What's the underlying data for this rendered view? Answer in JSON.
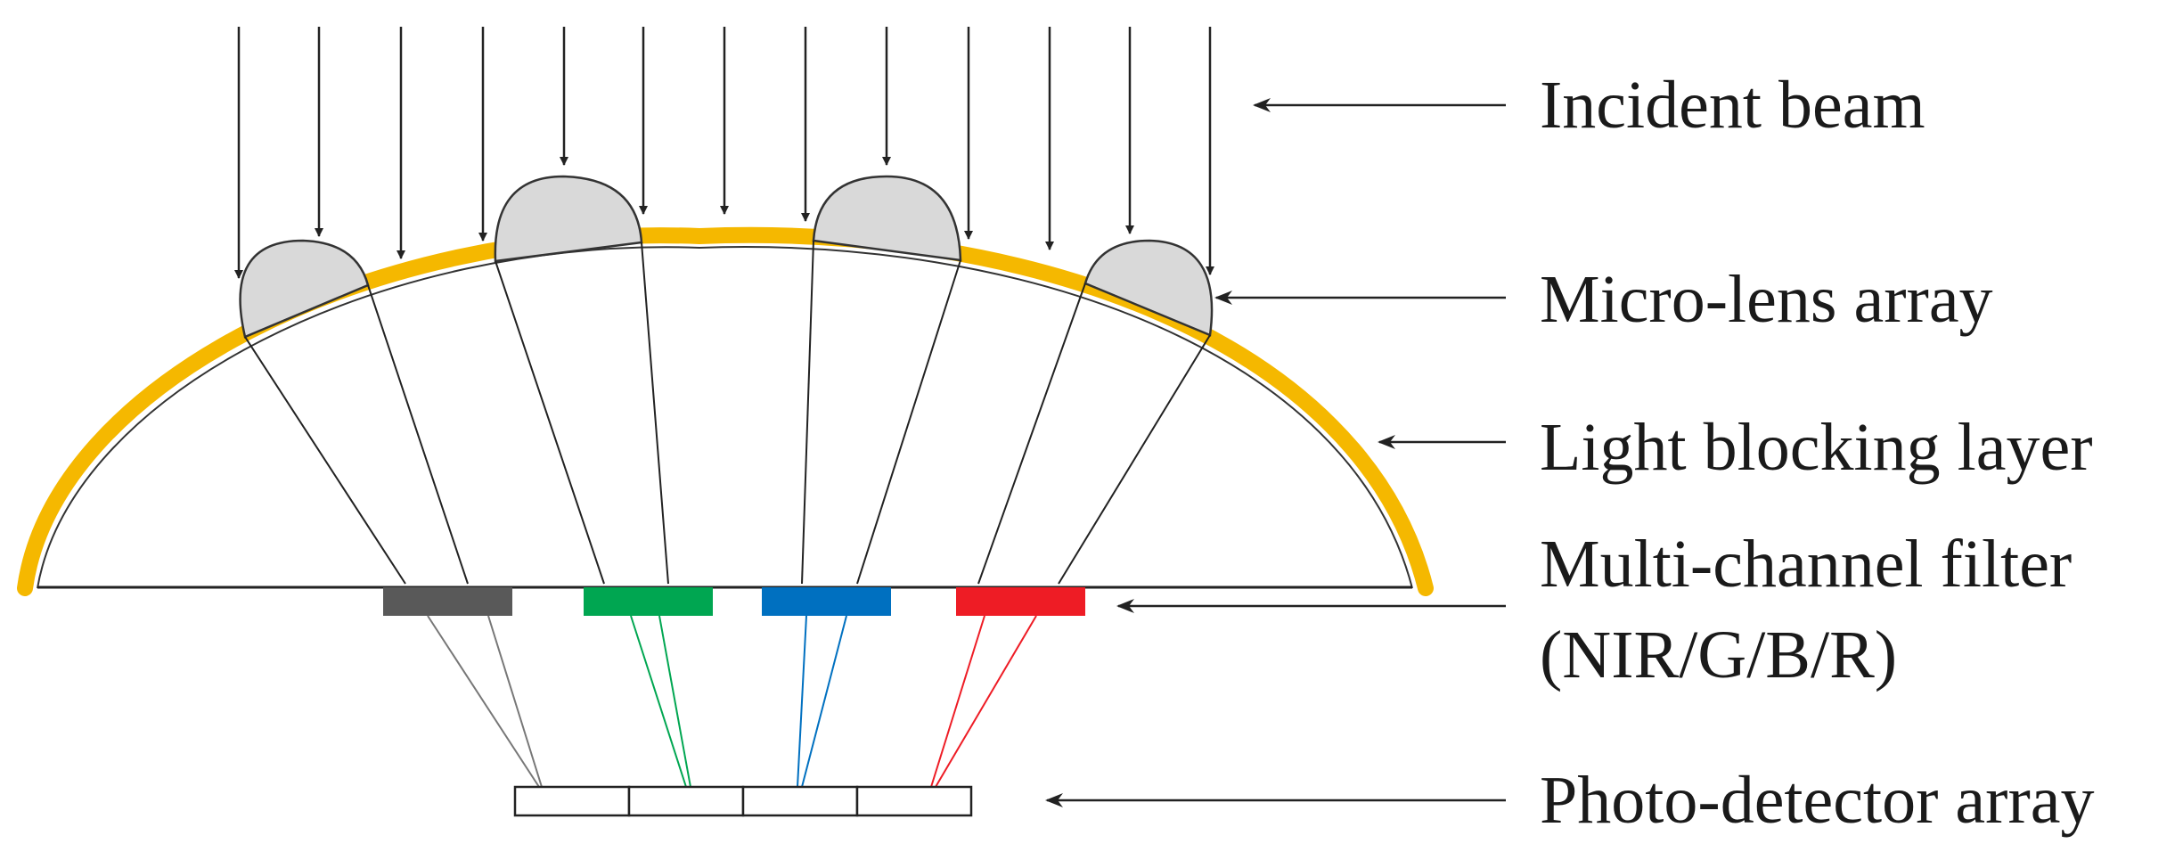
{
  "labels": {
    "incident_beam": "Incident beam",
    "micro_lens_array": "Micro-lens array",
    "light_blocking_layer": "Light blocking layer",
    "filter_line1": "Multi-channel filter",
    "filter_line2": "(NIR/G/B/R)",
    "photo_detector_array": "Photo-detector array"
  },
  "colors": {
    "blocking_layer": "#f5b800",
    "lens_fill": "#d9d9d9",
    "stroke": "#222222",
    "filter_nir": "#595959",
    "filter_green": "#00a651",
    "filter_blue": "#0070c0",
    "filter_red": "#ee1c25"
  },
  "filters": [
    "NIR",
    "G",
    "B",
    "R"
  ]
}
